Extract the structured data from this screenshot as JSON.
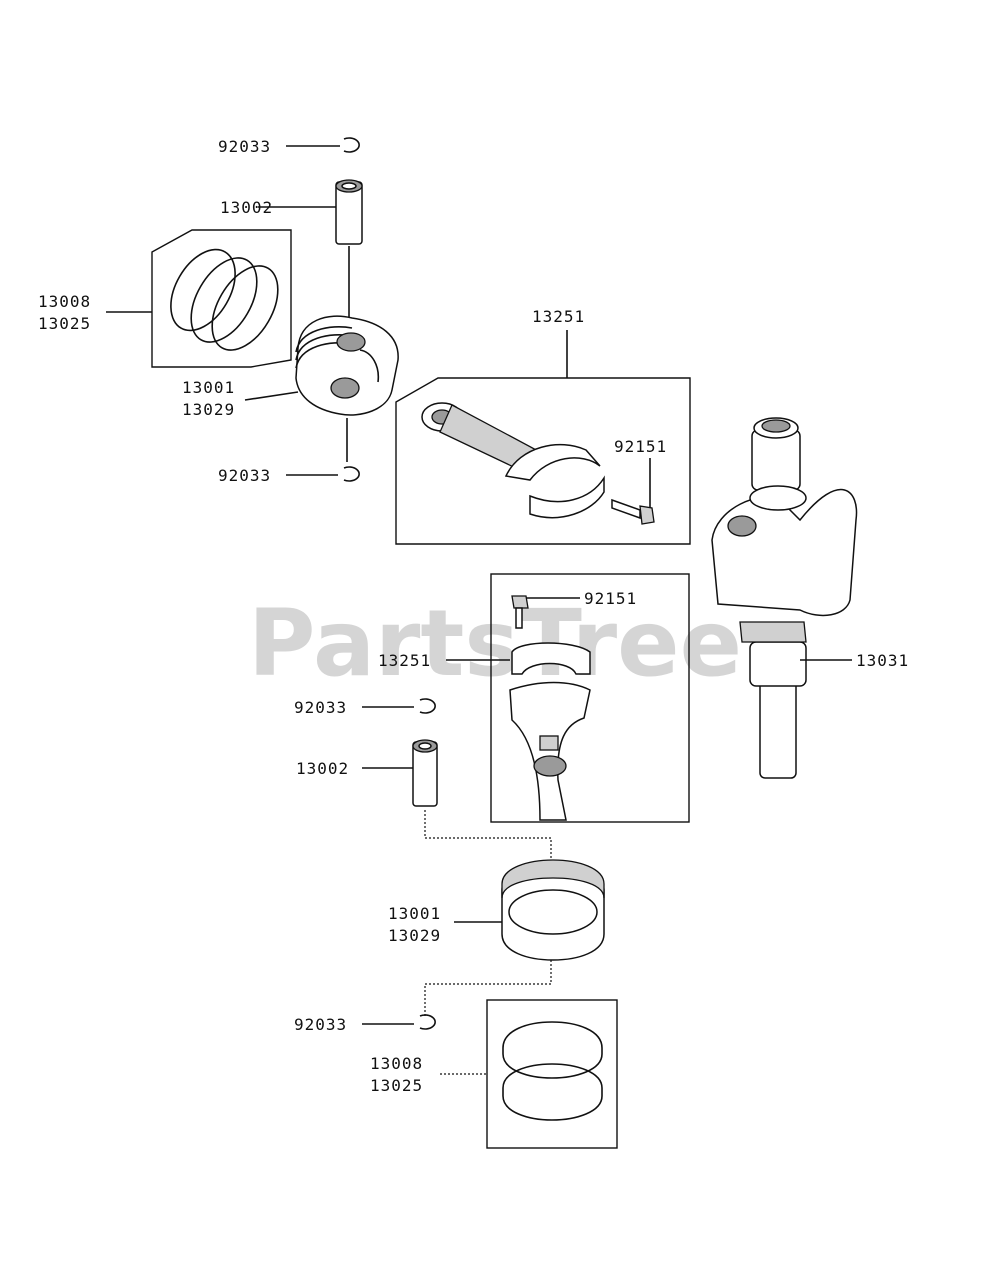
{
  "watermark": "PartsTree",
  "callouts": {
    "top_circlip_upper": "92033",
    "top_pin": "13002",
    "top_rings_a": "13008",
    "top_rings_b": "13025",
    "top_piston_a": "13001",
    "top_piston_b": "13029",
    "top_circlip_lower": "92033",
    "top_rod": "13251",
    "top_rod_bolt": "92151",
    "crankshaft": "13031",
    "mid_rod_bolt": "92151",
    "mid_rod": "13251",
    "bot_circlip_upper": "92033",
    "bot_pin": "13002",
    "bot_piston_a": "13001",
    "bot_piston_b": "13029",
    "bot_circlip_lower": "92033",
    "bot_rings_a": "13008",
    "bot_rings_b": "13025"
  }
}
